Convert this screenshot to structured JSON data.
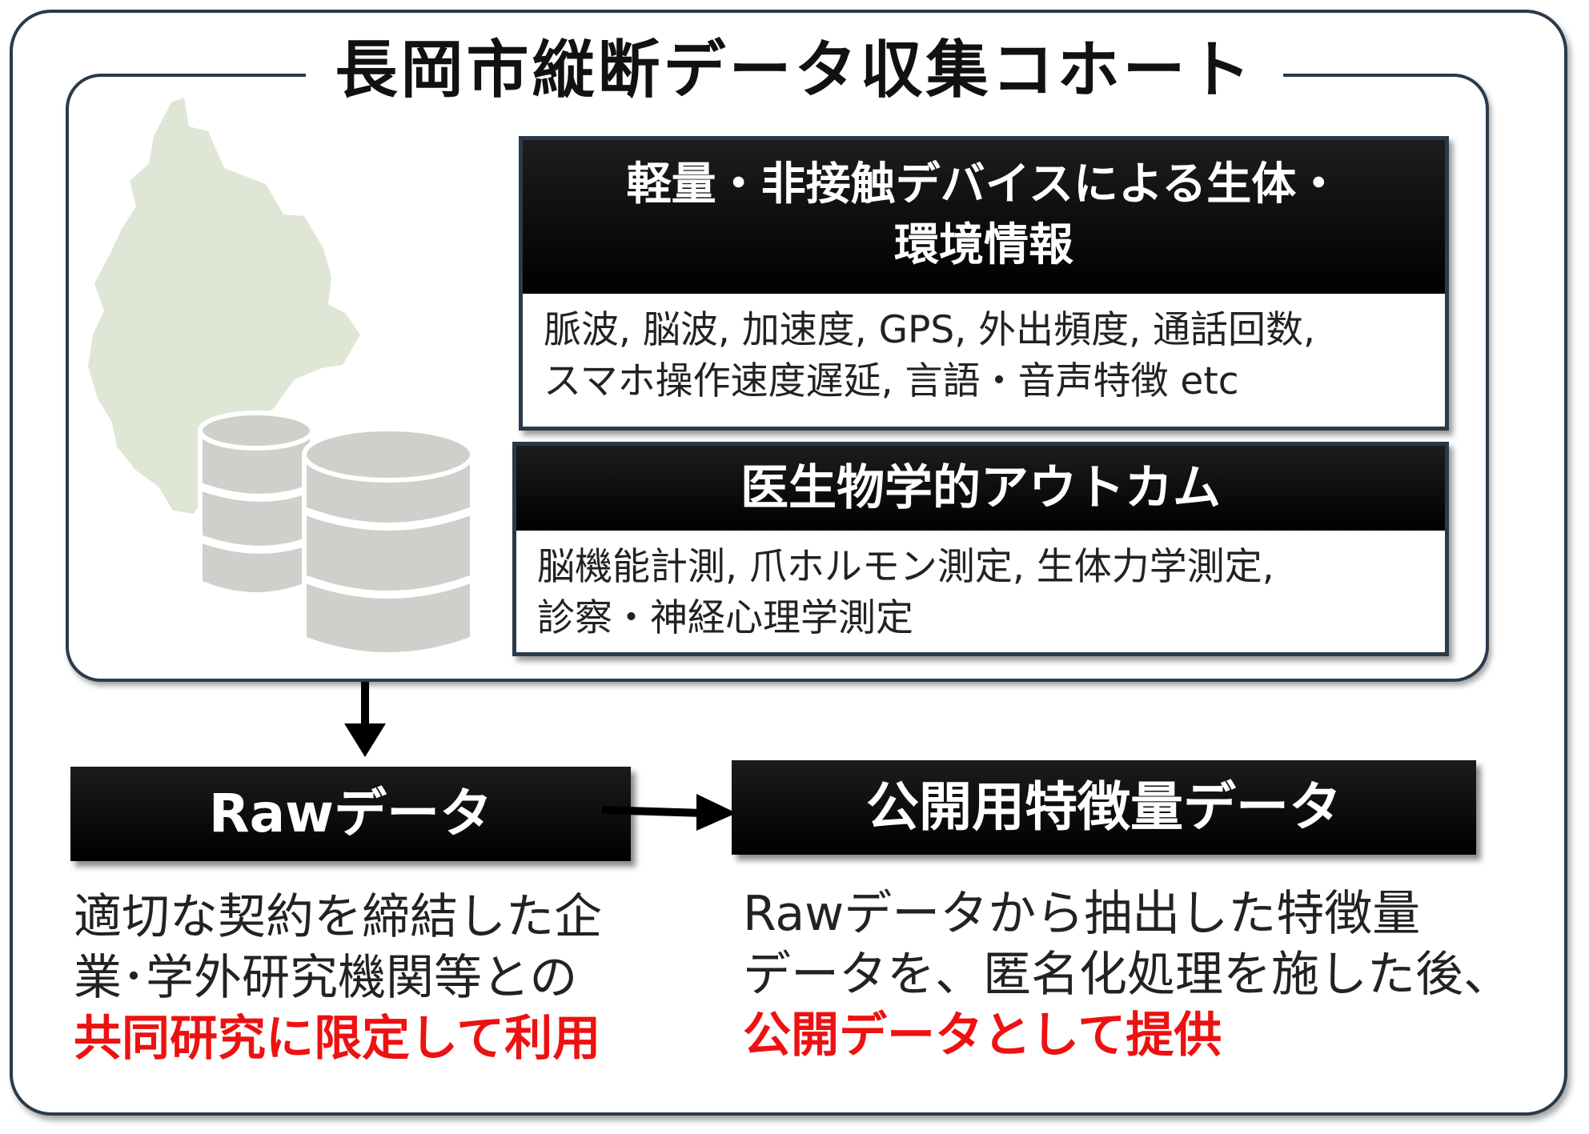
{
  "title": "長岡市縦断データ収集コホート",
  "sensor_box": {
    "heading_line1": "軽量・非接触デバイスによる生体・",
    "heading_line2": "環境情報",
    "body_line1": "脈波, 脳波, 加速度, GPS, 外出頻度, 通話回数,",
    "body_line2": "スマホ操作速度遅延, 言語・音声特徴 etc"
  },
  "outcome_box": {
    "heading": "医生物学的アウトカム",
    "body_line1": "脳機能計測, 爪ホルモン測定, 生体力学測定,",
    "body_line2": "診察・神経心理学測定"
  },
  "raw_data": {
    "label": "Rawデータ",
    "desc_line1": "適切な契約を締結した企",
    "desc_line2": "業･学外研究機関等との",
    "desc_highlight": "共同研究に限定して利用"
  },
  "public_data": {
    "label": "公開用特徴量データ",
    "desc_line1": "Rawデータから抽出した特徴量",
    "desc_line2": "データを、匿名化処理を施した後、",
    "desc_highlight": "公開データとして提供"
  },
  "icons": [
    "nagaoka-map-icon",
    "database-icon",
    "arrow-down-icon",
    "arrow-right-icon"
  ],
  "colors": {
    "frame": "#2b3a4a",
    "header_bg": "#000000",
    "highlight": "#ee1111",
    "map_fill": "#dfe6d5",
    "database_fill": "#cfcfcc"
  }
}
